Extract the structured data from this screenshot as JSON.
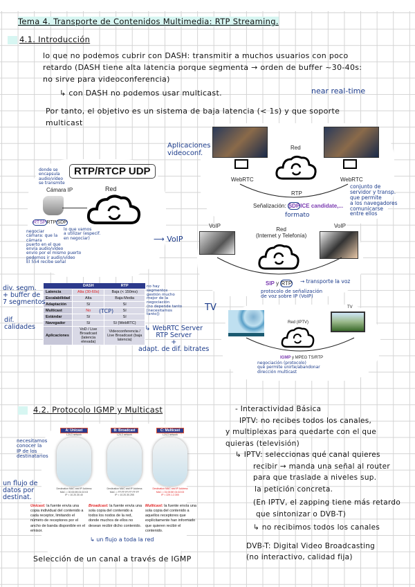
{
  "header": {
    "title": "Tema 4. Transporte de Contenidos Multimedia: RTP Streaming."
  },
  "s41": {
    "title": "4.1. Introducción",
    "p1": [
      "lo que no podemos cubrir con DASH: transmitir a muchos usuarios con poco",
      "retardo (DASH tiene alta latencia porque segmenta → orden de buffer ~30-40s:",
      "no sirve para videoconferencia)"
    ],
    "p1b": "con DASH no podemos usar multicast.",
    "near": "near real-time",
    "p2": [
      "Por tanto, el objetivo es un sistema de baja latencia (< 1s) y que soporte",
      "multicast"
    ]
  },
  "camera": {
    "badge": "RTP/RTCP UDP",
    "cam_label": "Cámara IP",
    "red": "Red",
    "protocols": [
      "RTSP",
      "RTP",
      "SDP"
    ],
    "note_encap": [
      "donde se",
      "encapsula",
      "audio/vídeo",
      "se transmite"
    ],
    "note_sdp": [
      "lo que vamos",
      "a utilizar (especif.",
      "en negociar)"
    ],
    "note_rtsp": [
      "negociar",
      "cámara: que la",
      "cámara",
      "puerto en el que",
      "envía audio/vídeo",
      "envío por el mismo puerto",
      "podemos ir audio/vídeo",
      "El 554 recibe señal"
    ]
  },
  "webrtc": {
    "red": "Red",
    "left": "WebRTC",
    "right": "WebRTC",
    "rtp": "RTP",
    "senal": "Señalización:",
    "sdp": "SDP",
    "ice": "ICE candidate,...",
    "formato": "formato",
    "apps": [
      "Aplicaciones",
      "videoconf."
    ],
    "note": [
      "conjunto de",
      "servidor y transp.",
      "que permite",
      "a los navegadores",
      "comunicarse",
      "entre ellos"
    ]
  },
  "voip": {
    "label": "VoIP",
    "left": "VoIP",
    "right": "VoIP",
    "red": [
      "Red",
      "(Internet y Telefonía)"
    ],
    "sip": "SIP",
    "y": "y",
    "rtp": "RTP",
    "note_rtp": "transporte la voz",
    "note_sip": [
      "protocolo de señalización",
      "de voz sobre IP (VoIP)"
    ]
  },
  "tv": {
    "label": "TV",
    "tv": "TV",
    "red": "Red (IPTV)",
    "igmp": "IGMP",
    "rest": "y MPEG TS/RTP",
    "note": [
      "negociación (protocolo)",
      "que permite unirte/abandonar",
      "dirección multicast"
    ]
  },
  "table": {
    "headers": [
      "",
      "DASH",
      "RTP"
    ],
    "rows": [
      [
        "Latencia",
        "Alta (30-60s)",
        "Baja (< 150ms)"
      ],
      [
        "Escalabilidad",
        "Alta",
        "Baja-Media"
      ],
      [
        "Adaptación",
        "Sí",
        "Sí"
      ],
      [
        "Multicast",
        "No",
        "Sí"
      ],
      [
        "Estándar",
        "Sí",
        "Sí"
      ],
      [
        "Navegador",
        "Sí",
        "Sí (WebRTC)"
      ],
      [
        "Aplicaciones",
        "VoD / Live Broadcast (latencia elevada)",
        "Videoconferencia / Live Broadcast (baja latencia)"
      ]
    ],
    "tcp": "(TCP)",
    "note_left1": [
      "div. segm.",
      "+ buffer de",
      "7 segmentos"
    ],
    "note_left2": [
      "dif.",
      "calidades"
    ],
    "note_right": [
      "no hay",
      "segmentos",
      "gestión mucho",
      "mejor de la",
      "negociación",
      "(no depende tanto",
      "[necesitamos",
      "tanto])"
    ],
    "note_webrtc": [
      "WebRTC Server",
      "RTP Server",
      "+",
      "adapt. de dif. bitrates"
    ]
  },
  "s42": {
    "title": "4.2. Protocolo IGMP y Multicast",
    "cards": [
      {
        "tag": "A: Unicast",
        "sub": "L2/L3 network",
        "dest": [
          "Destination MAC and IP Address",
          "MAC = 00:00:0B:01:02:03",
          "IP = 10.20.30.40"
        ],
        "name": "Unicast:",
        "desc": "la fuente envía una copia individual del contenido a cada receptor, limitando el número de receptores por el ancho de banda disponible en el emisor."
      },
      {
        "tag": "B: Broadcast",
        "sub": "L2/L3 network",
        "dest": [
          "Destination MAC and IP Address",
          "MAC = FF:FF:FF:FF:FF:FF",
          "IP = 10.20.30.255"
        ],
        "name": "Broadcast:",
        "desc": "la fuente envía una sola copia del contenido a todos los nodos de la red, donde muchos de ellos no desean recibir dicho contenido."
      },
      {
        "tag": "C: Multicast",
        "sub": "L2/L3 network",
        "dest": [
          "Destination MAC and IP Address",
          "MAC = 01:00:5E:01:02:03",
          "IP = 229.1.2.300"
        ],
        "name": "Multicast:",
        "desc": "la fuente envía una sola copia del contenido a aquellos receptores que explícitamente han informado que quieren recibir el contenido."
      }
    ],
    "note_ip": [
      "necesitamos",
      "conocer la",
      "IP de los",
      "destinatarios"
    ],
    "note_flujo": [
      "un flujo de",
      "datos por",
      "destinat."
    ],
    "note_red": "un flujo a toda la red",
    "seleccion": "Selección de un canal a través de IGMP",
    "right": [
      "- Interactividad Básica",
      "IPTV: no recibes todos los canales,",
      "y multiplexas para quedarte con el que",
      "quieras (televisión)",
      "IPTV: seleccionas qué canal quieres",
      "recibir → manda una señal al router",
      "para que traslade a niveles sup.",
      "la petición concreta.",
      "(En IPTV, el zapping tiene más retardo",
      "que sintonizar o DVB-T)",
      "no recibimos todos los canales",
      "DVB-T: Digital Video Broadcasting",
      "(no interactivo, calidad fija)"
    ]
  },
  "colors": {
    "ink": "#111111",
    "note_blue": "#1a3a8a",
    "highlight": "#d7f6f2",
    "table_header": "#2c3a8c",
    "accent_red": "#e02020",
    "purple": "#7a3ab0"
  }
}
